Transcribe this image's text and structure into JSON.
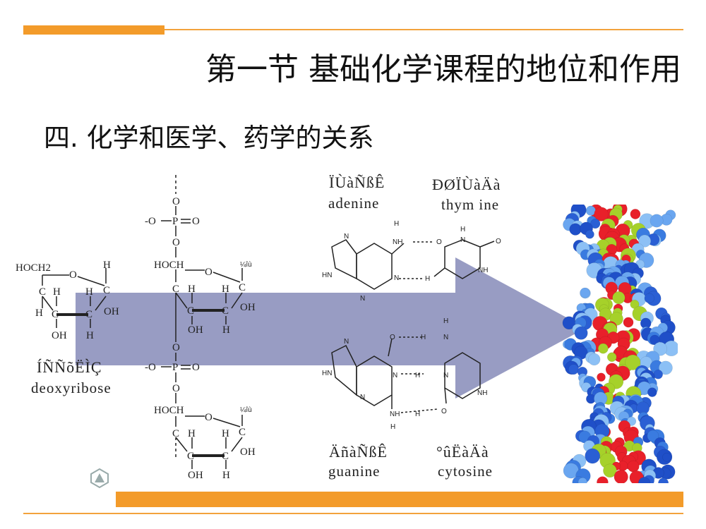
{
  "slide": {
    "title": "第一节 基础化学课程的地位和作用",
    "subtitle": "四. 化学和医学、药学的关系"
  },
  "labels": {
    "adenine_garbled": "ÏÙàÑßÊ",
    "adenine": "adenine",
    "thymine_garbled": "ÐØÏÙàÄà",
    "thymine": "thym ine",
    "guanine_garbled": "ÄñàÑßÊ",
    "guanine": "guanine",
    "cytosine_garbled": "°ûËàÄà",
    "cytosine": "cytosine",
    "deoxyribose_garbled": "ÍÑÑõËÌÇ",
    "deoxyribose": "deoxyribose"
  },
  "atoms": {
    "hoch2": "HOCH2",
    "hoch": "HOCH",
    "o": "O",
    "c": "C",
    "h": "H",
    "oh": "OH",
    "p": "P",
    "minus_o": "-O",
    "base_note": "¼îù",
    "nh": "NH",
    "hn": "HN",
    "n": "N"
  },
  "colors": {
    "accent_orange": "#f39b2a",
    "arrow_fill": "#7e83b4"
  }
}
